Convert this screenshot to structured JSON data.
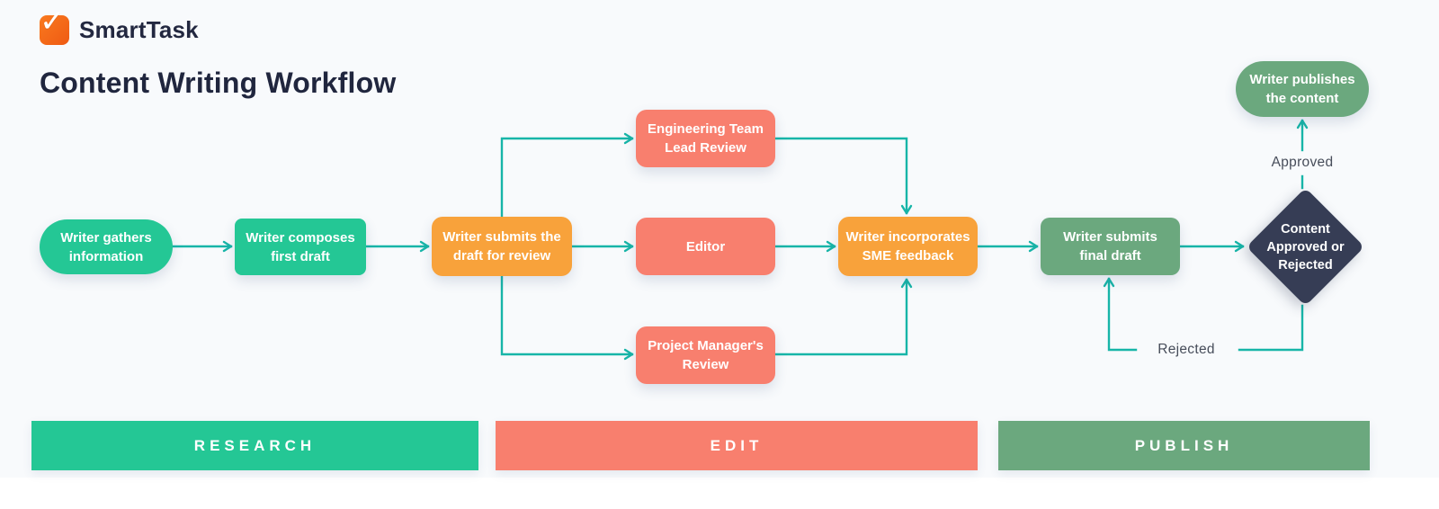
{
  "brand": {
    "name": "SmartTask",
    "logo_icon": "check-icon",
    "logo_check_glyph": "✓",
    "logo_color": "#f3661d"
  },
  "title": "Content Writing Workflow",
  "colors": {
    "background": "#f8fafc",
    "teal": "#24c795",
    "orange": "#f8a23b",
    "salmon": "#f87f6e",
    "green": "#6ba87e",
    "navy_diamond": "#363d55",
    "connector": "#17b5a8",
    "heading_text": "#20263e",
    "edge_label_text": "#474d5a"
  },
  "nodes": {
    "gather": {
      "label": "Writer gathers information",
      "lines": [
        "Writer gathers",
        "information"
      ],
      "shape": "pill",
      "color": "#24c795"
    },
    "compose": {
      "label": "Writer composes first draft",
      "lines": [
        "Writer composes",
        "first draft"
      ],
      "shape": "rect",
      "color": "#24c795"
    },
    "submit": {
      "label": "Writer submits the draft for review",
      "lines": [
        "Writer submits the",
        "draft for review"
      ],
      "shape": "rect",
      "color": "#f8a23b"
    },
    "eng": {
      "label": "Engineering Team Lead Review",
      "lines": [
        "Engineering Team",
        "Lead Review"
      ],
      "shape": "rect",
      "color": "#f87f6e"
    },
    "editor": {
      "label": "Editor",
      "lines": [
        "Editor"
      ],
      "shape": "rect",
      "color": "#f87f6e"
    },
    "pm": {
      "label": "Project Manager's Review",
      "lines": [
        "Project Manager's",
        "Review"
      ],
      "shape": "rect",
      "color": "#f87f6e"
    },
    "sme": {
      "label": "Writer incorporates SME feedback",
      "lines": [
        "Writer incorporates",
        "SME feedback"
      ],
      "shape": "rect",
      "color": "#f8a23b"
    },
    "final": {
      "label": "Writer submits final draft",
      "lines": [
        "Writer submits",
        "final draft"
      ],
      "shape": "rect",
      "color": "#6ba87e"
    },
    "decision": {
      "label": "Content Approved or Rejected",
      "lines": [
        "Content",
        "Approved or",
        "Rejected"
      ],
      "shape": "diamond",
      "color": "#363d55"
    },
    "publish": {
      "label": "Writer publishes the content",
      "lines": [
        "Writer publishes",
        "the content"
      ],
      "shape": "pill",
      "color": "#6ba87e"
    }
  },
  "edge_labels": {
    "approved": "Approved",
    "rejected": "Rejected"
  },
  "phases": [
    {
      "label": "RESEARCH",
      "color": "#24c795"
    },
    {
      "label": "EDIT",
      "color": "#f87f6e"
    },
    {
      "label": "PUBLISH",
      "color": "#6ba87e"
    }
  ]
}
